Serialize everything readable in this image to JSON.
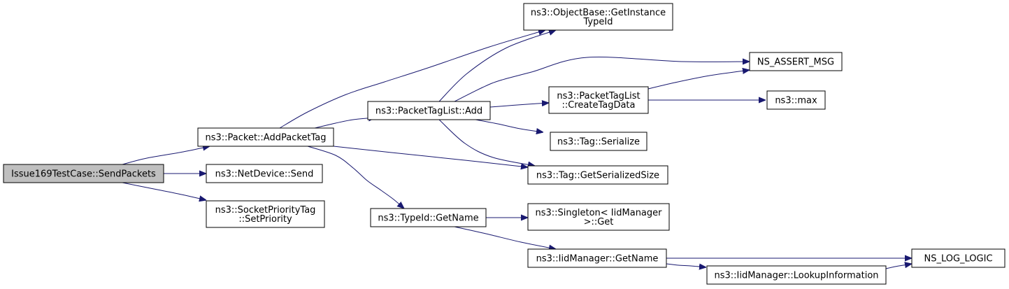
{
  "diagram": {
    "colors": {
      "edge": "#191970",
      "root_fill": "#bfbfbf",
      "node_fill": "#ffffff",
      "node_stroke": "#000000"
    },
    "nodes": [
      {
        "id": "send_packets",
        "lines": [
          "Issue169TestCase::SendPackets"
        ],
        "root": true
      },
      {
        "id": "add_packet_tag",
        "lines": [
          "ns3::Packet::AddPacketTag"
        ]
      },
      {
        "id": "netdevice_send",
        "lines": [
          "ns3::NetDevice::Send"
        ]
      },
      {
        "id": "set_priority",
        "lines": [
          "ns3::SocketPriorityTag",
          "::SetPriority"
        ]
      },
      {
        "id": "tag_list_add",
        "lines": [
          "ns3::PacketTagList::Add"
        ]
      },
      {
        "id": "typeid_getname",
        "lines": [
          "ns3::TypeId::GetName"
        ]
      },
      {
        "id": "get_instance_typeid",
        "lines": [
          "ns3::ObjectBase::GetInstance",
          "TypeId"
        ]
      },
      {
        "id": "create_tag_data",
        "lines": [
          "ns3::PacketTagList",
          "::CreateTagData"
        ]
      },
      {
        "id": "tag_serialize",
        "lines": [
          "ns3::Tag::Serialize"
        ]
      },
      {
        "id": "tag_get_serialized_size",
        "lines": [
          "ns3::Tag::GetSerializedSize"
        ]
      },
      {
        "id": "singleton_get",
        "lines": [
          "ns3::Singleton< IidManager",
          " >::Get"
        ]
      },
      {
        "id": "iidmanager_getname",
        "lines": [
          "ns3::IidManager::GetName"
        ]
      },
      {
        "id": "ns_assert_msg",
        "lines": [
          "NS_ASSERT_MSG"
        ]
      },
      {
        "id": "ns3_max",
        "lines": [
          "ns3::max"
        ]
      },
      {
        "id": "lookup_information",
        "lines": [
          "ns3::IidManager::LookupInformation"
        ]
      },
      {
        "id": "ns_log_logic",
        "lines": [
          "NS_LOG_LOGIC"
        ]
      }
    ],
    "edges": [
      {
        "from": "send_packets",
        "to": "add_packet_tag"
      },
      {
        "from": "send_packets",
        "to": "netdevice_send"
      },
      {
        "from": "send_packets",
        "to": "set_priority"
      },
      {
        "from": "add_packet_tag",
        "to": "get_instance_typeid"
      },
      {
        "from": "add_packet_tag",
        "to": "tag_list_add"
      },
      {
        "from": "add_packet_tag",
        "to": "tag_get_serialized_size"
      },
      {
        "from": "add_packet_tag",
        "to": "typeid_getname"
      },
      {
        "from": "tag_list_add",
        "to": "get_instance_typeid"
      },
      {
        "from": "tag_list_add",
        "to": "ns_assert_msg"
      },
      {
        "from": "tag_list_add",
        "to": "create_tag_data"
      },
      {
        "from": "tag_list_add",
        "to": "tag_serialize"
      },
      {
        "from": "tag_list_add",
        "to": "tag_get_serialized_size"
      },
      {
        "from": "create_tag_data",
        "to": "ns_assert_msg"
      },
      {
        "from": "create_tag_data",
        "to": "ns3_max"
      },
      {
        "from": "typeid_getname",
        "to": "singleton_get"
      },
      {
        "from": "typeid_getname",
        "to": "iidmanager_getname"
      },
      {
        "from": "iidmanager_getname",
        "to": "ns_log_logic"
      },
      {
        "from": "iidmanager_getname",
        "to": "lookup_information"
      },
      {
        "from": "lookup_information",
        "to": "ns_log_logic"
      }
    ]
  }
}
